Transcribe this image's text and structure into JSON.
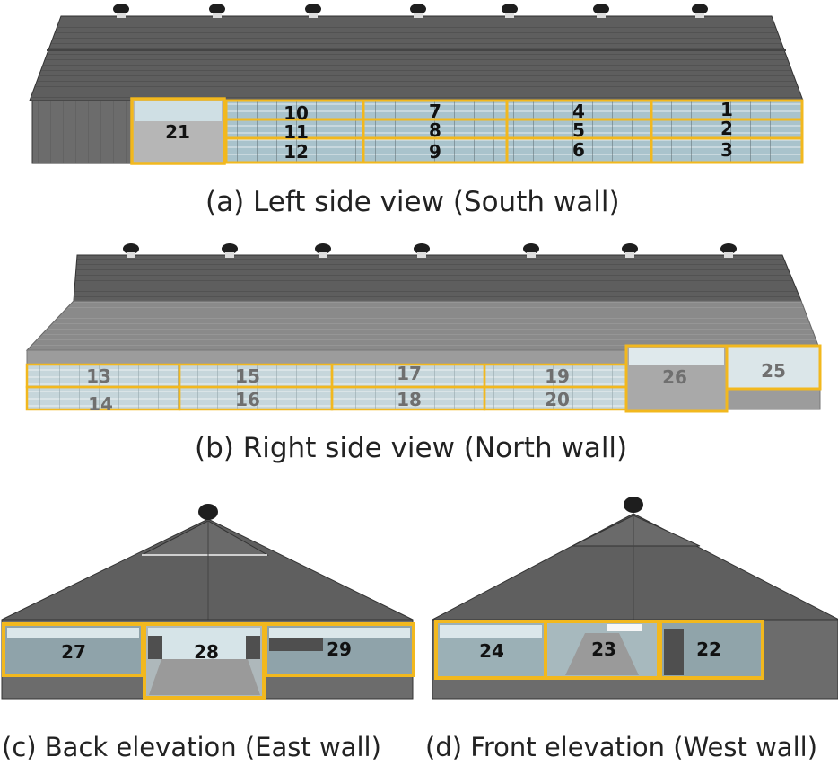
{
  "captions": {
    "a": "(a) Left side view (South wall)",
    "b": "(b) Right side view (North wall)",
    "c": "(c) Back elevation (East wall)",
    "d": "(d) Front elevation (West wall)"
  },
  "colors": {
    "highlight": "#f2b81e",
    "roof": "#5d5d5d",
    "wall": "#6e6e6e",
    "glass": "#b9d3dc",
    "label_dark": "#111111",
    "label_grey": "#6f6f6f"
  },
  "south_wall": {
    "big_window": "21",
    "windows": [
      "1",
      "2",
      "3",
      "4",
      "5",
      "6",
      "7",
      "8",
      "9",
      "10",
      "11",
      "12"
    ]
  },
  "north_wall": {
    "windows": [
      "13",
      "14",
      "15",
      "16",
      "17",
      "18",
      "19",
      "20"
    ],
    "big_windows": [
      "26",
      "25"
    ]
  },
  "east_wall": {
    "windows": [
      "27",
      "28",
      "29"
    ]
  },
  "west_wall": {
    "windows": [
      "24",
      "23",
      "22"
    ]
  }
}
